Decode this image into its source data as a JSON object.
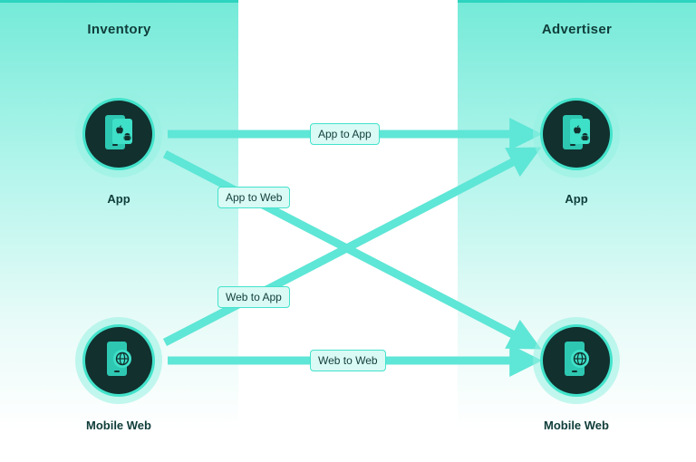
{
  "columns": {
    "left_title": "Inventory",
    "right_title": "Advertiser"
  },
  "nodes": {
    "inventory_app": {
      "label": "App",
      "icon": "mobile-app-icon"
    },
    "inventory_web": {
      "label": "Mobile Web",
      "icon": "mobile-web-icon"
    },
    "advertiser_app": {
      "label": "App",
      "icon": "mobile-app-icon"
    },
    "advertiser_web": {
      "label": "Mobile Web",
      "icon": "mobile-web-icon"
    }
  },
  "flows": {
    "app_to_app": "App to App",
    "app_to_web": "App to Web",
    "web_to_app": "Web to App",
    "web_to_web": "Web to Web"
  },
  "colors": {
    "accent": "#43e3cb",
    "arrow": "#5ee6d6",
    "node_fill": "#11302e",
    "text_dark": "#0f3d3a"
  }
}
